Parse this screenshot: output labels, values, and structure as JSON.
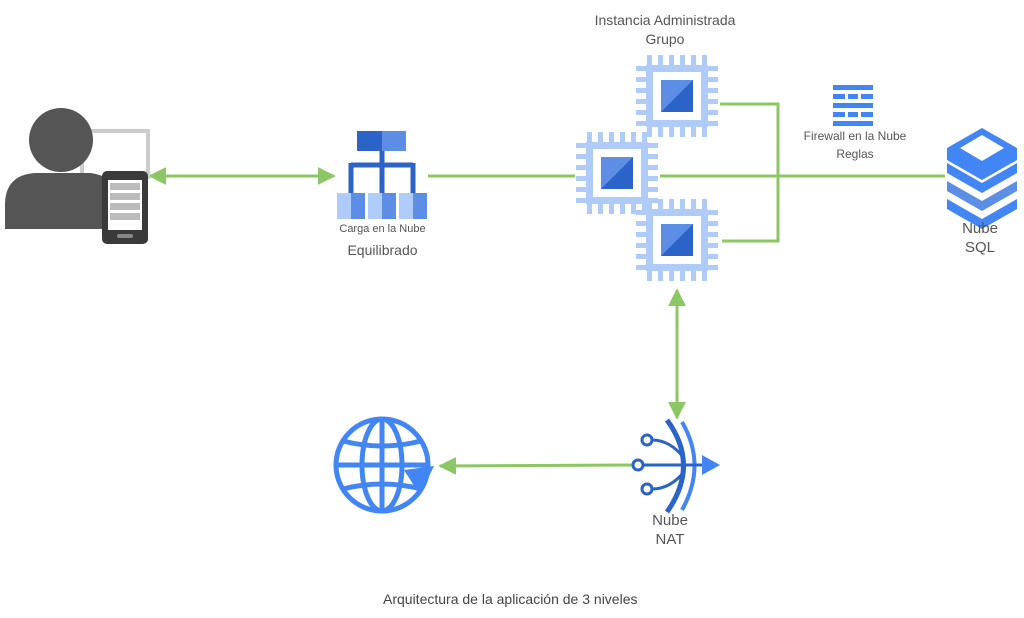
{
  "diagram": {
    "caption": "Arquitectura de la aplicación de 3 niveles",
    "nodes": {
      "user": {
        "icon": "user-with-mobile-icon"
      },
      "load_balancer": {
        "icon": "load-balancer-icon",
        "line1": "Carga en la Nube",
        "line2": "Equilibrado"
      },
      "instance_group": {
        "icon": "compute-chip-icon",
        "line1": "Instancia Administrada",
        "line2": "Grupo"
      },
      "firewall": {
        "icon": "firewall-icon",
        "line1": "Firewall en la Nube",
        "line2": "Reglas"
      },
      "cloud_sql": {
        "icon": "database-icon",
        "line1": "Nube",
        "line2": "SQL"
      },
      "cloud_nat": {
        "icon": "cloud-nat-icon",
        "line1": "Nube",
        "line2": "NAT"
      },
      "internet": {
        "icon": "globe-icon"
      }
    }
  },
  "colors": {
    "accent_blue": "#4285f4",
    "light_blue": "#aecbfa",
    "chip_fill": "#e8f0fe",
    "arrow_green": "#8cc665",
    "user_gray": "#555555"
  }
}
